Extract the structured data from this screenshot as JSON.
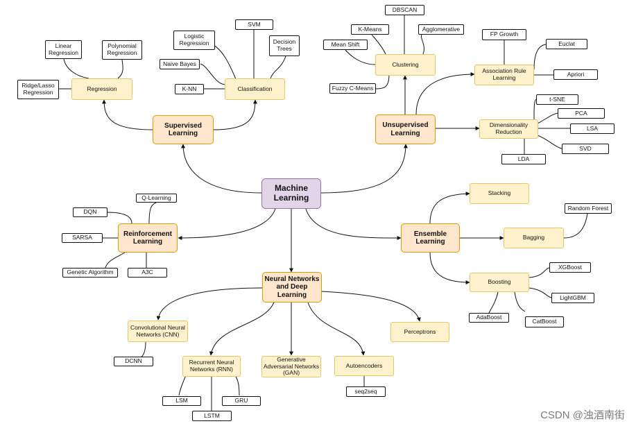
{
  "root": "Machine\nLearning",
  "supervised": {
    "label": "Supervised\nLearning",
    "regression": "Regression",
    "linear": "Linear\nRegression",
    "polynomial": "Polynomial\nRegression",
    "ridge": "Ridge/Lasso\nRegression",
    "classification": "Classification",
    "logistic": "Logistic\nRegression",
    "svm": "SVM",
    "decision_trees": "Decision\nTrees",
    "naive_bayes": "Naive Bayes",
    "knn": "K-NN"
  },
  "unsupervised": {
    "label": "Unsupervised\nLearning",
    "clustering": "Clustering",
    "dbscan": "DBSCAN",
    "kmeans": "K-Means",
    "agglomerative": "Agglomerative",
    "mean_shift": "Mean Shift",
    "fuzzy": "Fuzzy C-Means",
    "association": "Association Rule\nLearning",
    "fp_growth": "FP Growth",
    "euclat": "Euclat",
    "apriori": "Apriori",
    "dimred": "Dimensionality\nReduction",
    "tsne": "t-SNE",
    "pca": "PCA",
    "lsa": "LSA",
    "svd": "SVD",
    "lda": "LDA"
  },
  "reinforcement": {
    "label": "Reinforcement\nLearning",
    "qlearning": "Q-Learning",
    "dqn": "DQN",
    "sarsa": "SARSA",
    "genetic": "Genetic Algorithm",
    "a3c": "A3C"
  },
  "ensemble": {
    "label": "Ensemble\nLearning",
    "stacking": "Stacking",
    "bagging": "Bagging",
    "random_forest": "Random Forest",
    "boosting": "Boosting",
    "xgboost": "XGBoost",
    "lightgbm": "LightGBM",
    "adaboost": "AdaBoost",
    "catboost": "CatBoost"
  },
  "neural": {
    "label": "Neural Networks\nand Deep\nLearning",
    "cnn": "Convolutional Neural\nNetworks (CNN)",
    "dcnn": "DCNN",
    "rnn": "Recurrent Neural\nNetworks (RNN)",
    "lsm": "LSM",
    "lstm": "LSTM",
    "gru": "GRU",
    "gan": "Generative\nAdversarial Networks\n(GAN)",
    "autoencoders": "Autoencoders",
    "seq2seq": "seq2seq",
    "perceptrons": "Perceptrons"
  },
  "watermark": "CSDN @浊酒南街",
  "colors": {
    "root_fill": "#e1d5e7",
    "root_border": "#9673a6",
    "main_fill": "#ffe6cc",
    "main_border": "#d79b00",
    "sub_fill": "#fff2cc",
    "sub_border": "#e8c56a",
    "leaf_border": "#111111",
    "edge": "#111111"
  }
}
